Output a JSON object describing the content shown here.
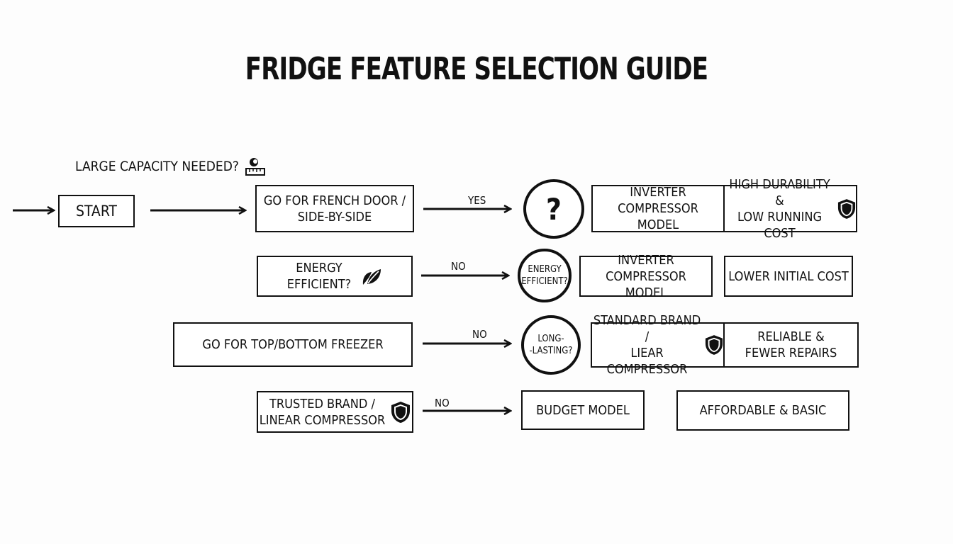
{
  "title": "FRIDGE FEATURE SELECTION GUIDE",
  "question_label": "LARGE CAPACITY NEEDED?",
  "nodes": {
    "start": "START",
    "french_door": "GO FOR FRENCH DOOR /\nSIDE-BY-SIDE",
    "energy_question": "ENERGY\nEFFICIENT?",
    "top_bottom": "GO FOR TOP/BOTTOM FREEZER",
    "trusted_brand": "TRUSTED BRAND /\nLINEAR COMPRESSOR",
    "decision_1": "?",
    "decision_2": "ENERGY\nEFFICIENT?",
    "decision_3": "LONG-\n-LASTING?",
    "row1_model": "INVERTER COMPRESSOR\nMODEL",
    "row1_benefit": "HIGH DURABILITY &\nLOW RUNNING COST",
    "row2_model": "INVERTER COMPRESSOR\nMODEL",
    "row2_benefit": "LOWER INITIAL COST",
    "row3_model": "STANDARD BRAND /\nLIEAR COMPRESSOR",
    "row3_benefit": "RELIABLE &\nFEWER REPAIRS",
    "row4_model": "BUDGET MODEL",
    "row4_benefit": "AFFORDABLE & BASIC"
  },
  "edges": {
    "row1": "YES",
    "row2": "NO",
    "row3": "NO",
    "row4": "NO"
  },
  "icons": [
    "ruler-scale-icon",
    "leaf-icon",
    "shield-icon"
  ]
}
